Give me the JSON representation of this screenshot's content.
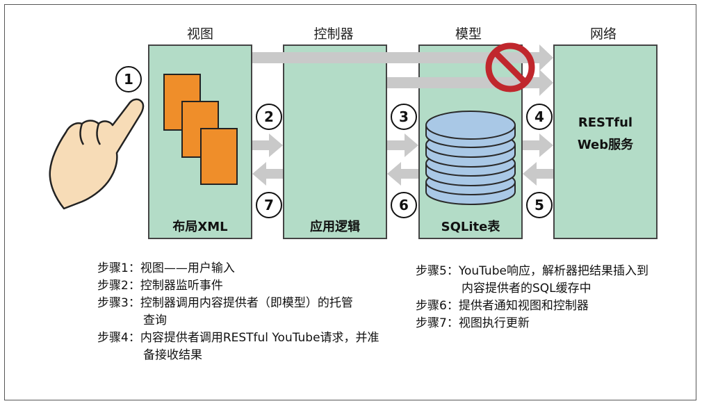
{
  "columns": [
    "视图",
    "控制器",
    "模型",
    "网络"
  ],
  "boxes": {
    "view_label": "布局XML",
    "controller_label": "应用逻辑",
    "model_label": "SQLite表",
    "network_label_line1": "RESTful",
    "network_label_line2": "Web服务"
  },
  "step_numbers": [
    "1",
    "2",
    "3",
    "4",
    "5",
    "6",
    "7"
  ],
  "steps_left": [
    "步骤1：视图——用户输入",
    "步骤2：控制器监听事件",
    "步骤3：控制器调用内容提供者（即模型）的托管",
    "查询",
    "步骤4：内容提供者调用RESTful YouTube请求，并准",
    "备接收结果"
  ],
  "steps_right": [
    "步骤5：YouTube响应，解析器把结果插入到",
    "内容提供者的SQL缓存中",
    "步骤6：提供者通知视图和控制器",
    "步骤7：视图执行更新"
  ],
  "colors": {
    "box_fill": "#b3dcc7",
    "arrow": "#c9c9c9",
    "document_orange": "#ef8e2a",
    "database_blue": "#a9c8e6",
    "prohibited_red": "#c0272d",
    "hand_skin": "#f7dcb7"
  },
  "icons": [
    "pointing-hand-icon",
    "document-stack-icon",
    "database-icon",
    "prohibited-icon"
  ]
}
